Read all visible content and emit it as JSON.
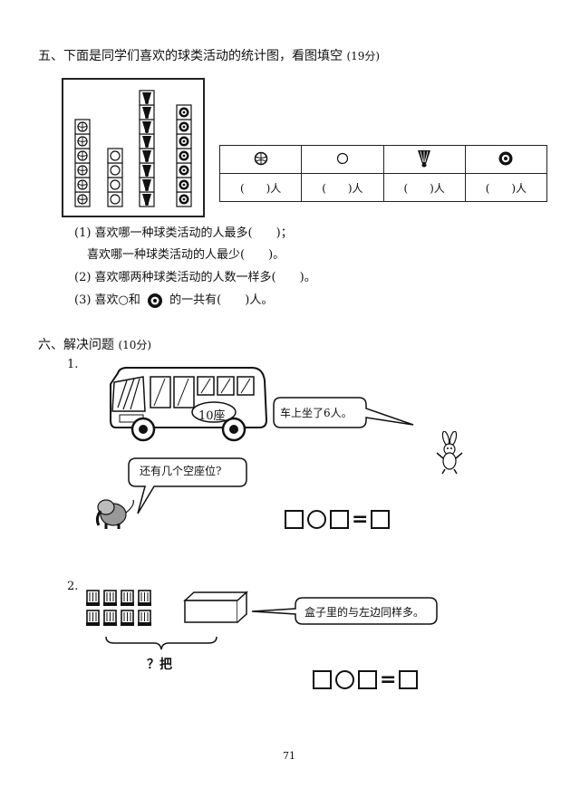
{
  "section5": {
    "title": "五、下面是同学们喜欢的球类活动的统计图，看图填空",
    "score": "(19分)",
    "pictograph_counts": [
      6,
      4,
      8,
      7
    ],
    "table_cells": [
      "(　　)人",
      "(　　)人",
      "(　　)人",
      "(　　)人"
    ],
    "q1a": "(1) 喜欢哪一种球类活动的人最多(　　)；",
    "q1b": "喜欢哪一种球类活动的人最少(　　)。",
    "q2": "(2) 喜欢哪两种球类活动的人数一样多(　　)。",
    "q3_pre": "(3) 喜欢○和",
    "q3_post": "的一共有(　　)人。"
  },
  "section6": {
    "title": "六、解决问题",
    "score": "(10分)",
    "p1_num": "1.",
    "bus_sign": "10座",
    "bubble1": "车上坐了6人。",
    "bubble2": "还有几个空座位?",
    "p2_num": "2.",
    "bubble3": "盒子里的与左边同样多。",
    "brace_label": "？把",
    "eq_sign": "="
  },
  "page_number": "71",
  "icons": [
    "basketball-icon",
    "ring-icon",
    "badminton-icon",
    "football-icon"
  ]
}
